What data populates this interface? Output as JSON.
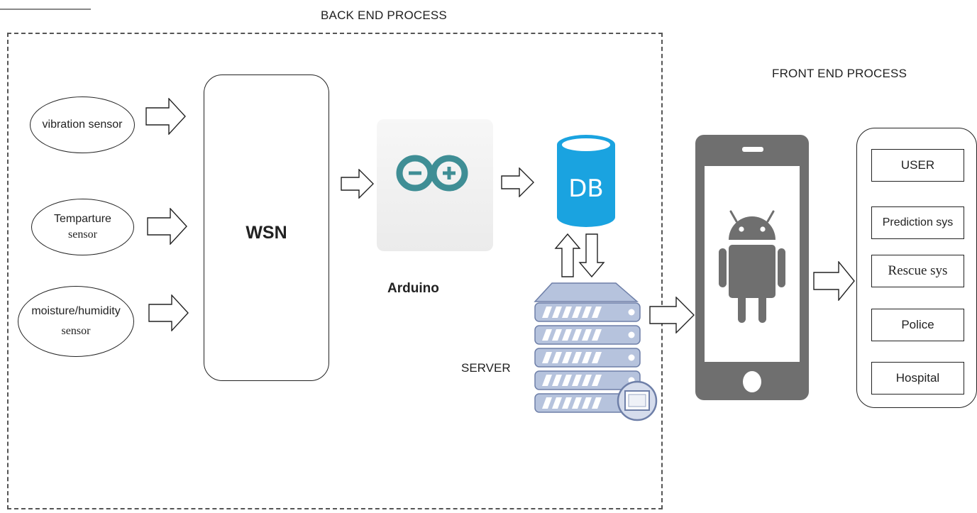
{
  "backend": {
    "title": "BACK END PROCESS"
  },
  "frontend": {
    "title": "FRONT END PROCESS"
  },
  "sensors": [
    {
      "line1": "vibration sensor",
      "line2": ""
    },
    {
      "line1": "Temparture",
      "line2": "sensor"
    },
    {
      "line1": "moisture/humidity",
      "line2": "sensor"
    }
  ],
  "wsn": {
    "label": "WSN"
  },
  "arduino": {
    "label": "Arduino",
    "icon": "arduino-logo-icon"
  },
  "database": {
    "label": "DB",
    "color": "#1aa3e0"
  },
  "server": {
    "label": "SERVER",
    "color": "#a9b6d3"
  },
  "phone": {
    "icon": "android-icon",
    "color": "#6f6f6f"
  },
  "services": [
    "USER",
    "Prediction sys",
    "Rescue sys",
    "Police",
    "Hospital"
  ],
  "colors": {
    "arduino": "#3f8e95",
    "outline": "#222222",
    "dashed": "#555555"
  }
}
